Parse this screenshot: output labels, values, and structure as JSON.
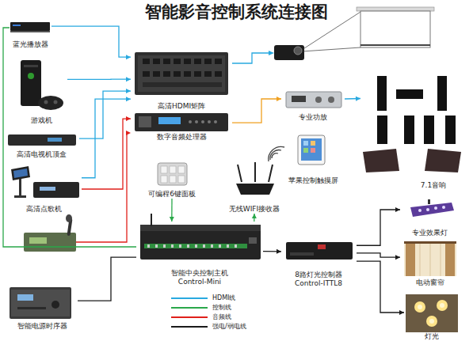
{
  "diagram": {
    "title": "智能影音控制系统连接图",
    "nodes": [
      {
        "text": [
          "蓝光播放器"
        ]
      },
      {
        "text": [
          "游戏机"
        ]
      },
      {
        "text": [
          "高清电视机顶盒"
        ]
      },
      {
        "text": [
          "高清点歌机"
        ]
      },
      {
        "text": [
          "智能电源时序器"
        ]
      },
      {
        "text": [
          "高清HDMI矩阵"
        ]
      },
      {
        "text": [
          "数字音频处理器"
        ]
      },
      {
        "text": [
          "可编程6键面板"
        ]
      },
      {
        "text": [
          "无线WIFI接收器"
        ]
      },
      {
        "text": [
          "智能中央控制主机 Control-Mini"
        ]
      },
      {
        "text": [
          "苹果控制触摸屏"
        ]
      },
      {
        "text": [
          "专业功放"
        ]
      },
      {
        "text": [
          "7.1音响"
        ]
      },
      {
        "text": [
          "8路灯光控制器 Control-ITTL8"
        ]
      },
      {
        "text": [
          "专业效果灯"
        ]
      },
      {
        "text": [
          "电动窗帘"
        ]
      },
      {
        "text": [
          "灯光"
        ]
      }
    ],
    "edges": [
      {
        "from": 0,
        "to": 5,
        "arrow": "to"
      },
      {
        "from": 1,
        "to": 5,
        "arrow": "to"
      },
      {
        "from": 2,
        "to": 5,
        "arrow": "to"
      },
      {
        "from": 3,
        "to": 5,
        "arrow": "to"
      },
      {
        "from": 3,
        "to": 6,
        "arrow": "to"
      },
      {
        "from": 6,
        "to": 11,
        "arrow": "to"
      },
      {
        "from": 11,
        "to": 12,
        "arrow": "to"
      },
      {
        "from": 7,
        "to": 9,
        "arrow": "to"
      },
      {
        "from": 9,
        "to": 8,
        "arrow": "to"
      },
      {
        "from": 9,
        "to": 13,
        "arrow": "to"
      },
      {
        "from": 13,
        "to": 14,
        "arrow": "to"
      },
      {
        "from": 13,
        "to": 15,
        "arrow": "to"
      },
      {
        "from": 13,
        "to": 16,
        "arrow": "to"
      },
      {
        "from": 9,
        "to": 0,
        "arrow": "none"
      },
      {
        "from": 4,
        "to": 9,
        "arrow": "none"
      }
    ],
    "legend": [
      {
        "text": "HDMI线"
      },
      {
        "text": "控制线"
      },
      {
        "text": "音频线"
      },
      {
        "text": "强电/弱电线"
      }
    ]
  }
}
